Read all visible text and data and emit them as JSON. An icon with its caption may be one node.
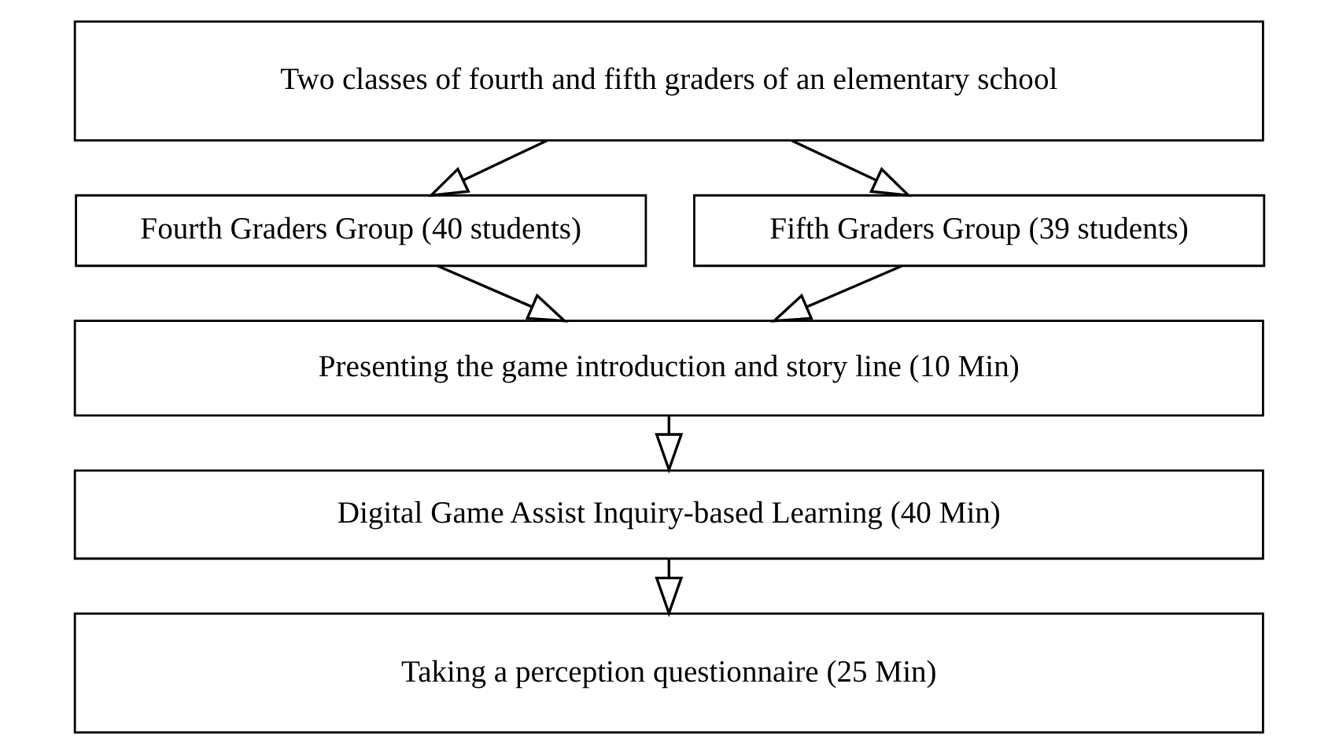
{
  "diagram": {
    "nodes": [
      {
        "text": [
          "Two classes of fourth and fifth graders of an elementary school"
        ]
      },
      {
        "text": [
          "Fourth Graders Group (40 students)"
        ]
      },
      {
        "text": [
          "Fifth Graders Group (39 students)"
        ]
      },
      {
        "text": [
          "Presenting the game introduction and story line (10 Min)"
        ]
      },
      {
        "text": [
          "Digital Game Assist Inquiry-based Learning (40 Min)"
        ]
      },
      {
        "text": [
          "Taking a perception questionnaire (25 Min)"
        ]
      }
    ],
    "edges": [
      {
        "from": 0,
        "to": 1,
        "arrow": "to"
      },
      {
        "from": 0,
        "to": 2,
        "arrow": "to"
      },
      {
        "from": 1,
        "to": 3,
        "arrow": "to"
      },
      {
        "from": 2,
        "to": 3,
        "arrow": "to"
      },
      {
        "from": 3,
        "to": 4,
        "arrow": "to"
      },
      {
        "from": 4,
        "to": 5,
        "arrow": "to"
      }
    ]
  }
}
